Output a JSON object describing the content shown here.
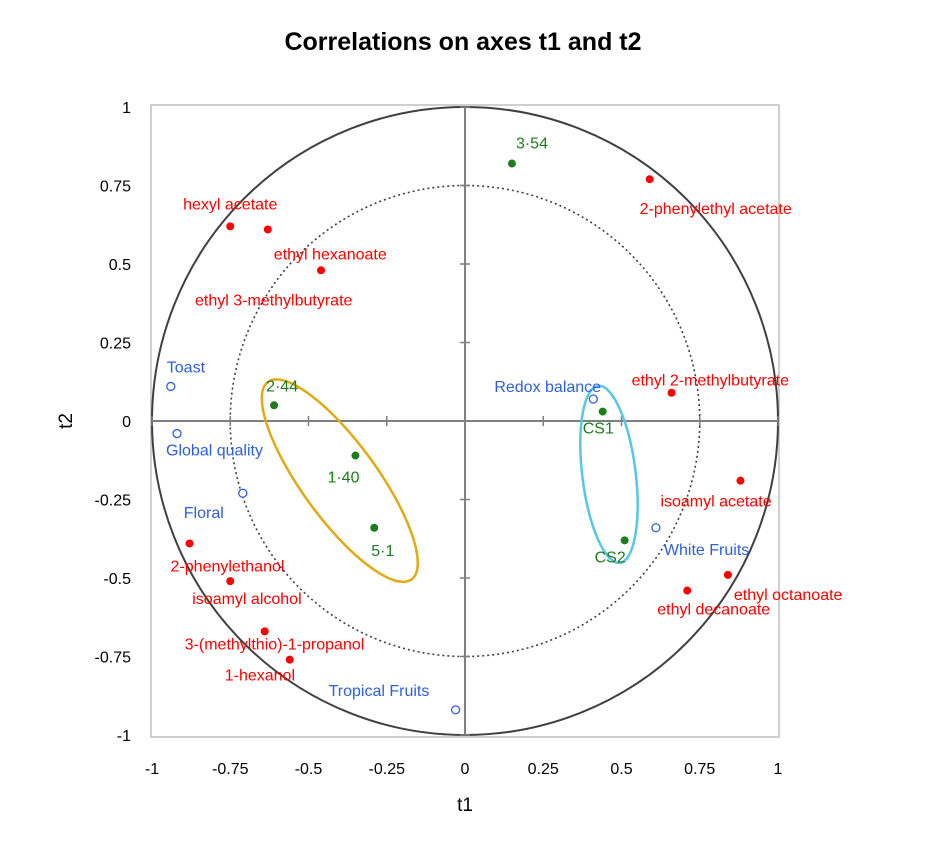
{
  "chart_data": {
    "type": "scatter",
    "title": "Correlations on axes t1 and t2",
    "xlabel": "t1",
    "ylabel": "t2",
    "xlim": [
      -1,
      1
    ],
    "ylim": [
      -1,
      1
    ],
    "x_ticks": [
      "-1",
      "-0.75",
      "-0.5",
      "-0.25",
      "0",
      "0.25",
      "0.5",
      "0.75",
      "1"
    ],
    "y_ticks": [
      "-1",
      "-0.75",
      "-0.5",
      "-0.25",
      "0",
      "0.25",
      "0.5",
      "0.75",
      "1"
    ],
    "grid": false,
    "reference_circles": [
      {
        "r": 1.0,
        "style": "solid"
      },
      {
        "r": 0.75,
        "style": "dotted"
      }
    ],
    "colors": {
      "red": "#ff0000",
      "green": "#1e7b1e",
      "blue": "#2f5fe0",
      "gold": "#e0aa14",
      "cyan": "#57c6e8",
      "axes": "#7f7f7f",
      "circle": "#404040"
    },
    "series": [
      {
        "color": "#ff0000",
        "marker": "filled",
        "points": [
          {
            "label": "hexyl acetate",
            "x": -0.75,
            "y": 0.62
          },
          {
            "label": "ethyl hexanoate",
            "x": -0.63,
            "y": 0.61
          },
          {
            "label": "ethyl 3-methylbutyrate",
            "x": -0.46,
            "y": 0.48
          },
          {
            "label": "2-phenylethyl acetate",
            "x": 0.59,
            "y": 0.77
          },
          {
            "label": "ethyl 2-methylbutyrate",
            "x": 0.66,
            "y": 0.09
          },
          {
            "label": "isoamyl acetate",
            "x": 0.88,
            "y": -0.19
          },
          {
            "label": "ethyl octanoate",
            "x": 0.84,
            "y": -0.49
          },
          {
            "label": "ethyl decanoate",
            "x": 0.71,
            "y": -0.54
          },
          {
            "label": "2-phenylethanol",
            "x": -0.88,
            "y": -0.39
          },
          {
            "label": "isoamyl alcohol",
            "x": -0.75,
            "y": -0.51
          },
          {
            "label": "3-(methylthio)-1-propanol",
            "x": -0.64,
            "y": -0.67
          },
          {
            "label": "1-hexanol",
            "x": -0.56,
            "y": -0.76
          }
        ]
      },
      {
        "color": "#1e7b1e",
        "marker": "filled",
        "points": [
          {
            "label": "3·54",
            "x": 0.15,
            "y": 0.82
          },
          {
            "label": "2·44",
            "x": -0.61,
            "y": 0.05
          },
          {
            "label": "1·40",
            "x": -0.35,
            "y": -0.11
          },
          {
            "label": "5·1",
            "x": -0.29,
            "y": -0.34
          },
          {
            "label": "CS1",
            "x": 0.44,
            "y": 0.03
          },
          {
            "label": "CS2",
            "x": 0.51,
            "y": -0.38
          }
        ]
      },
      {
        "color": "#2f5fe0",
        "marker": "hollow",
        "points": [
          {
            "label": "Toast",
            "x": -0.94,
            "y": 0.11
          },
          {
            "label": "Global quality",
            "x": -0.92,
            "y": -0.04
          },
          {
            "label": "Floral",
            "x": -0.71,
            "y": -0.23
          },
          {
            "label": "Redox balance",
            "x": 0.41,
            "y": 0.07
          },
          {
            "label": "White Fruits",
            "x": 0.61,
            "y": -0.34
          },
          {
            "label": "Tropical Fruits",
            "x": -0.03,
            "y": -0.92
          }
        ]
      }
    ],
    "ellipses": [
      {
        "cx": -0.4,
        "cy": -0.19,
        "rx": 0.39,
        "ry": 0.12,
        "angle_deg": 54,
        "color": "#e0aa14"
      },
      {
        "cx": 0.46,
        "cy": -0.17,
        "rx": 0.285,
        "ry": 0.085,
        "angle_deg": 83,
        "color": "#57c6e8"
      }
    ]
  }
}
